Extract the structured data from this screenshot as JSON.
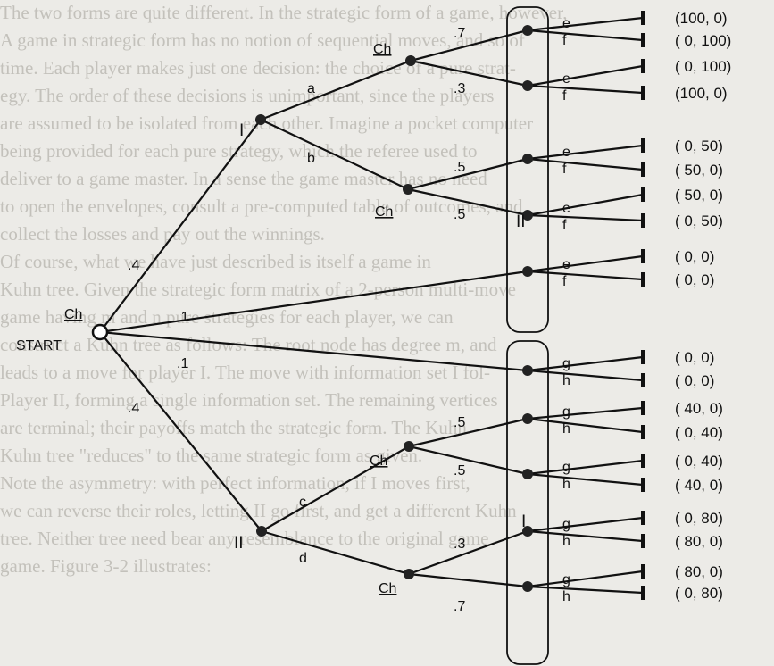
{
  "background_text": [
    "The two forms are quite different. In the strategic form of a game, however,",
    "A game in strategic form has no notion of sequential moves, and so of",
    "time. Each player makes just one decision: the choice of a pure strat-",
    "egy. The order of these decisions is unimportant, since the players",
    "are assumed to be isolated from each other. Imagine a pocket computer",
    "being provided for each pure strategy, which the referee used to",
    "deliver to a game master. In a sense the game master has no need",
    "to open the envelopes, consult a pre-computed table of outcomes, and",
    "collect the losses and pay out the winnings.",
    "Of course, what we have just described is itself a game in",
    "Kuhn tree. Given the strategic form matrix of a 2-person multi-move",
    "game having m and n pure strategies for each player, we can",
    "construct a Kuhn tree as follows: The root node has degree m, and",
    "leads to a move for player I. The move with information set I fol-",
    "Player II, forming a single information set. The remaining vertices",
    "are terminal; their payoffs match the strategic form. The Kuhn",
    "Kuhn tree \"reduces\" to the same strategic form as given.",
    "Note the asymmetry: with perfect information, if I moves first,",
    "we can reverse their roles, letting II go first, and get a different Kuhn",
    "tree. Neither tree need bear any resemblance to the original game",
    "game. Figure 3-2 illustrates:",
    "",
    "",
    ""
  ],
  "tree": {
    "root_label": "START",
    "chance_label": "Ch",
    "root_probs": [
      ".4",
      ".1",
      ".1",
      ".4"
    ],
    "player1_label": "I",
    "player2_label": "II",
    "moves_top": [
      "a",
      "b"
    ],
    "moves_bottom": [
      "c",
      "d"
    ],
    "chance_probs_a": [
      ".7",
      ".3"
    ],
    "chance_probs_b": [
      ".5",
      ".5"
    ],
    "chance_probs_c": [
      ".5",
      ".5"
    ],
    "chance_probs_d": [
      ".3",
      ".7"
    ],
    "leaf_moves": [
      "e",
      "f",
      "e",
      "f",
      "e",
      "f",
      "e",
      "f",
      "e",
      "f",
      "g",
      "h",
      "g",
      "h",
      "g",
      "h",
      "g",
      "h",
      "g",
      "h"
    ],
    "payoffs": [
      "(100,   0)",
      "(   0, 100)",
      "(   0, 100)",
      "(100,   0)",
      "(   0,  50)",
      "(  50,   0)",
      "(  50,   0)",
      "(   0,  50)",
      "(   0,   0)",
      "(   0,   0)",
      "(   0,   0)",
      "(   0,   0)",
      "(  40,   0)",
      "(   0,  40)",
      "(   0,  40)",
      "(  40,   0)",
      "(   0,  80)",
      "(  80,   0)",
      "(  80,   0)",
      "(   0,  80)"
    ]
  }
}
